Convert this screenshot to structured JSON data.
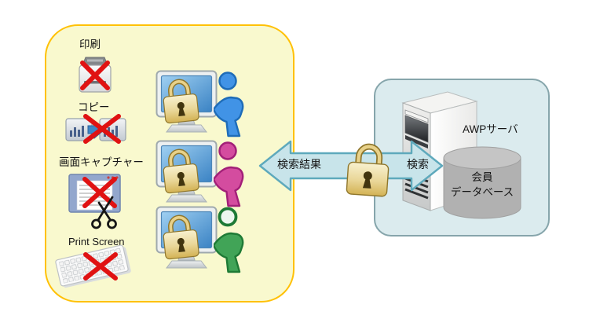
{
  "restrictions": {
    "items": [
      {
        "label": "印刷",
        "icon": "printer"
      },
      {
        "label": "コピー",
        "icon": "copy-documents"
      },
      {
        "label": "画面キャプチャー",
        "icon": "window-scissors"
      },
      {
        "label": "Print Screen",
        "icon": "keyboard"
      }
    ]
  },
  "flow": {
    "result_label": "検索結果",
    "query_label": "検索"
  },
  "server": {
    "name": "AWPサーバ",
    "database": [
      "会員",
      "データベース"
    ]
  },
  "users": [
    {
      "name": "user-blue",
      "body_fill": "#4193E6",
      "outline": "#1E6CB8",
      "head_fill": "#4193E6",
      "head_stroke": "2.5"
    },
    {
      "name": "user-pink",
      "body_fill": "#D44C9F",
      "outline": "#A21F78",
      "head_fill": "#D44C9F",
      "head_stroke": "2.5"
    },
    {
      "name": "user-green",
      "body_fill": "#41A457",
      "outline": "#1E7A35",
      "head_fill": "#EDF7EF",
      "head_stroke": "3.8"
    }
  ],
  "colors": {
    "panel_yellow_fill": "#F9F9CE",
    "panel_yellow_border": "#FFC107",
    "panel_blue_fill": "#DBEBEE",
    "panel_blue_border": "#86A5AB",
    "arrow_fill": "#C8E4EA",
    "arrow_border": "#5EA9BC",
    "lock_gold": "#D8B95C",
    "prohibit_red": "#E01212",
    "database_gray": "#B1B1B1",
    "screen_blue": "#3B83C4"
  }
}
